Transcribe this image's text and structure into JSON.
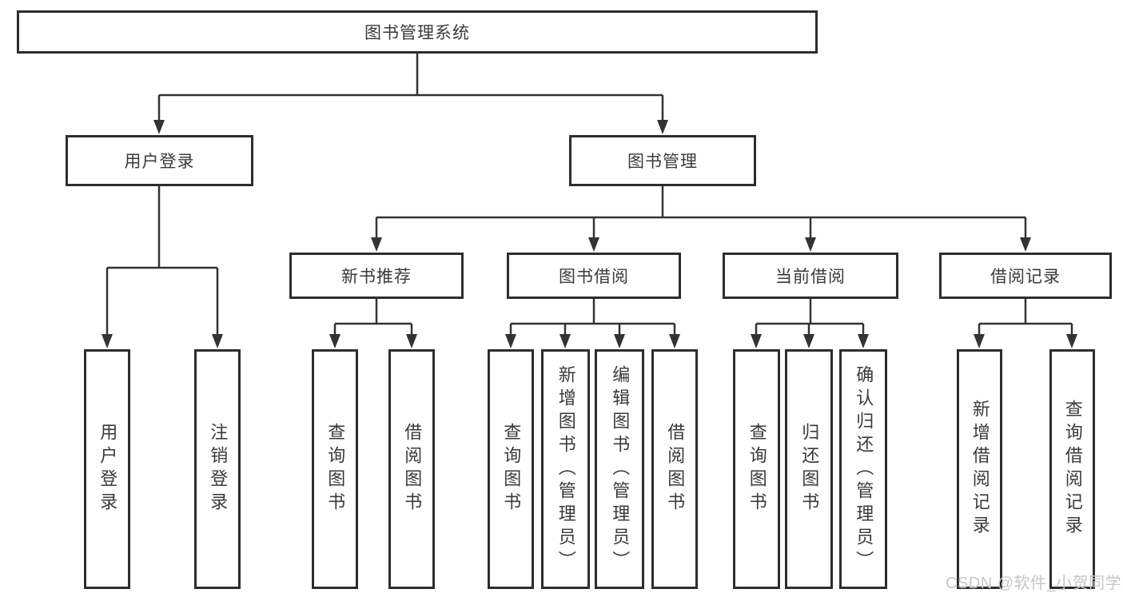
{
  "diagram": {
    "root": {
      "label": "图书管理系统"
    },
    "level2": [
      {
        "label": "用户登录"
      },
      {
        "label": "图书管理"
      }
    ],
    "level3": [
      {
        "label": "新书推荐"
      },
      {
        "label": "图书借阅"
      },
      {
        "label": "当前借阅"
      },
      {
        "label": "借阅记录"
      }
    ],
    "leaves": [
      {
        "label": "用户登录",
        "parent": "用户登录"
      },
      {
        "label": "注销登录",
        "parent": "用户登录"
      },
      {
        "label": "查询图书",
        "parent": "新书推荐"
      },
      {
        "label": "借阅图书",
        "parent": "新书推荐"
      },
      {
        "label": "查询图书",
        "parent": "图书借阅"
      },
      {
        "label": "新增图书（管理员）",
        "parent": "图书借阅"
      },
      {
        "label": "编辑图书（管理员）",
        "parent": "图书借阅"
      },
      {
        "label": "借阅图书",
        "parent": "图书借阅"
      },
      {
        "label": "查询图书",
        "parent": "当前借阅"
      },
      {
        "label": "归还图书",
        "parent": "当前借阅"
      },
      {
        "label": "确认归还（管理员）",
        "parent": "当前借阅"
      },
      {
        "label": "新增借阅记录",
        "parent": "借阅记录"
      },
      {
        "label": "查询借阅记录",
        "parent": "借阅记录"
      }
    ]
  },
  "watermark": {
    "text": "CSDN @软件_小贺同学"
  },
  "colors": {
    "line": "#333333",
    "box_border": "#2d2d2d",
    "text": "#3a3a3a",
    "watermark": "#c6c6c6",
    "bg": "#ffffff"
  }
}
